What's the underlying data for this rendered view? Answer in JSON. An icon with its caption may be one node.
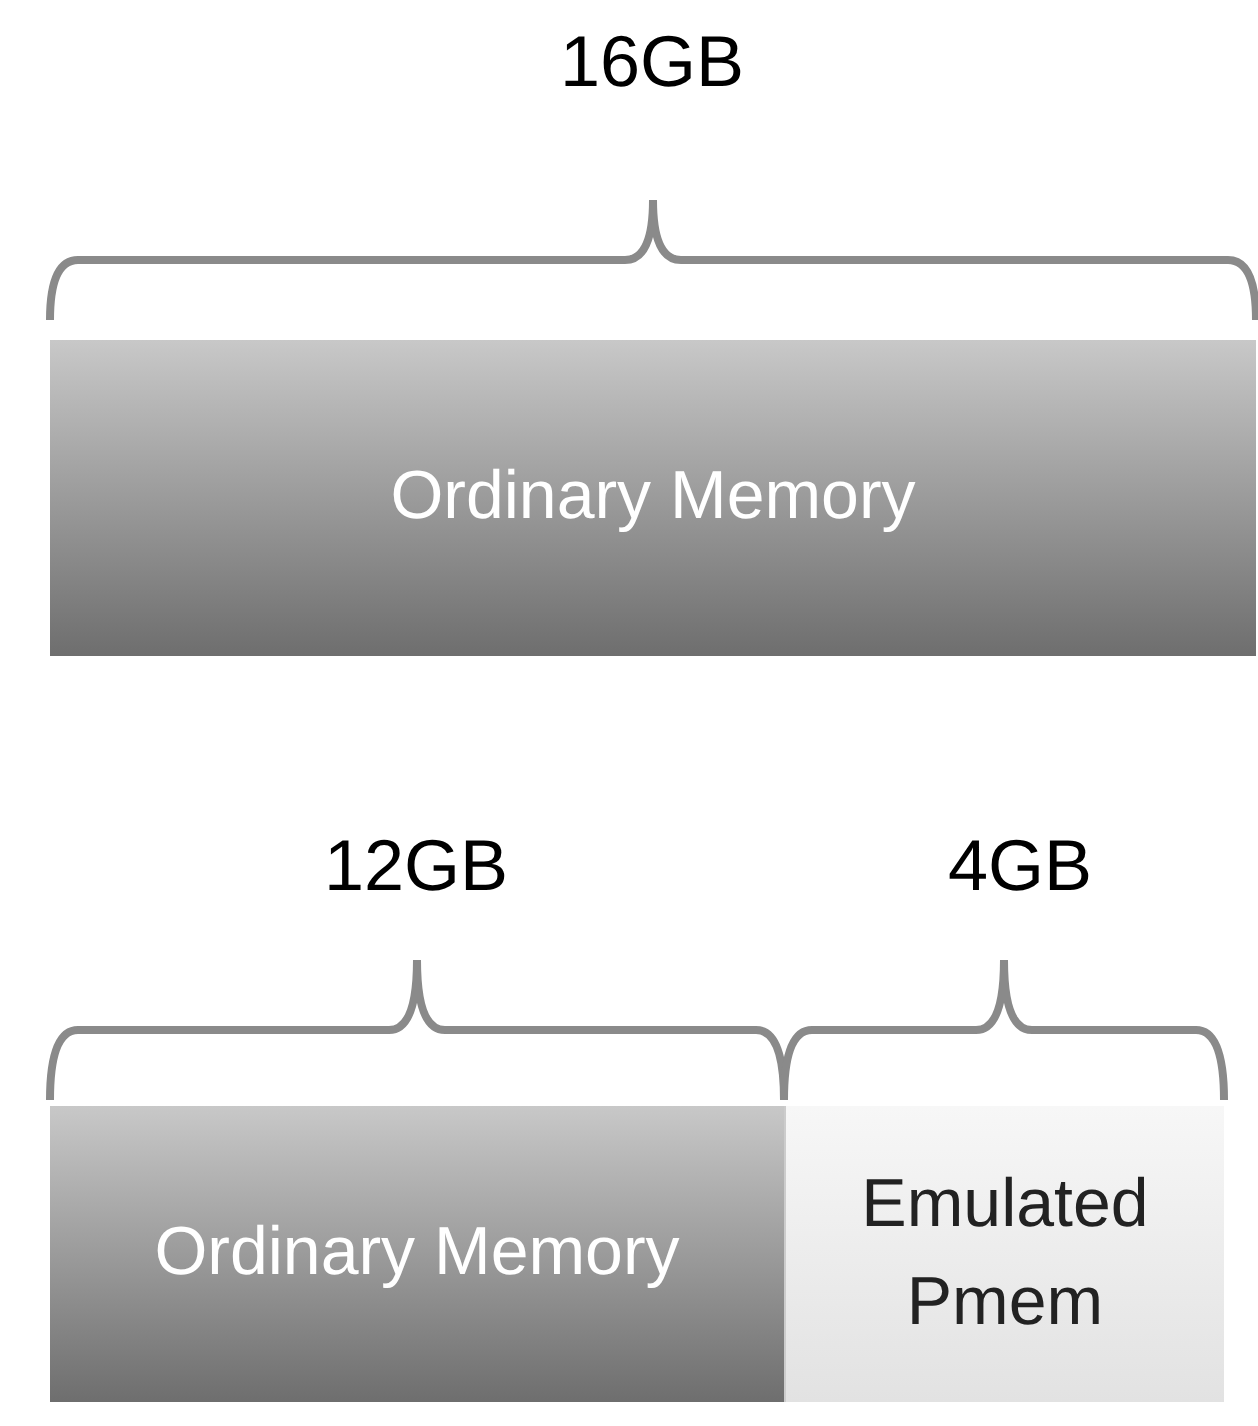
{
  "diagram": {
    "nodes": [
      {
        "text": [
          "Ordinary Memory"
        ]
      },
      {
        "text": [
          "Ordinary Memory"
        ]
      },
      {
        "text": [
          "Emulated Pmem"
        ]
      }
    ],
    "labels": [
      "16GB",
      "12GB",
      "4GB"
    ]
  }
}
